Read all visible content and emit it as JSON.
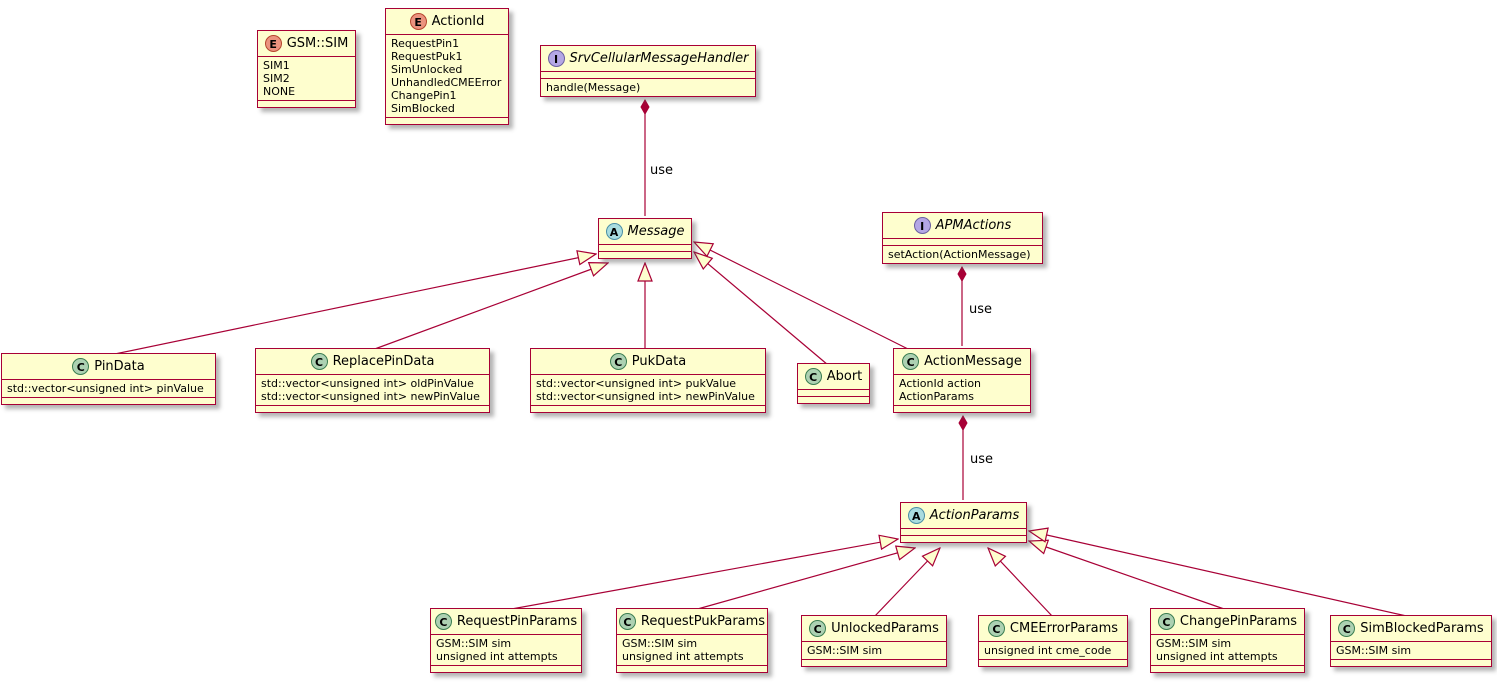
{
  "colors": {
    "box_background": "#FEFECE",
    "border": "#A80036",
    "spot_class": "#ADD1B2",
    "spot_enum": "#EB937F",
    "spot_interface": "#B4A7E5",
    "spot_abstract": "#A9DCDF"
  },
  "classes": {
    "gsm_sim": {
      "stereotype": "E",
      "name": "GSM::SIM",
      "members": [
        "SIM1",
        "SIM2",
        "NONE"
      ]
    },
    "action_id": {
      "stereotype": "E",
      "name": "ActionId",
      "members": [
        "RequestPin1",
        "RequestPuk1",
        "SimUnlocked",
        "UnhandledCMEError",
        "ChangePin1",
        "SimBlocked"
      ]
    },
    "srv_cellular_message_handler": {
      "stereotype": "I",
      "name": "SrvCellularMessageHandler",
      "methods": [
        "handle(Message)"
      ]
    },
    "message": {
      "stereotype": "A",
      "name": "Message"
    },
    "apm_actions": {
      "stereotype": "I",
      "name": "APMActions",
      "methods": [
        "setAction(ActionMessage)"
      ]
    },
    "pin_data": {
      "stereotype": "C",
      "name": "PinData",
      "fields": [
        "std::vector<unsigned int> pinValue"
      ]
    },
    "replace_pin_data": {
      "stereotype": "C",
      "name": "ReplacePinData",
      "fields": [
        "std::vector<unsigned int> oldPinValue",
        "std::vector<unsigned int> newPinValue"
      ]
    },
    "puk_data": {
      "stereotype": "C",
      "name": "PukData",
      "fields": [
        "std::vector<unsigned int> pukValue",
        "std::vector<unsigned int> newPinValue"
      ]
    },
    "abort": {
      "stereotype": "C",
      "name": "Abort"
    },
    "action_message": {
      "stereotype": "C",
      "name": "ActionMessage",
      "fields": [
        "ActionId action",
        "ActionParams"
      ]
    },
    "action_params": {
      "stereotype": "A",
      "name": "ActionParams"
    },
    "request_pin_params": {
      "stereotype": "C",
      "name": "RequestPinParams",
      "fields": [
        "GSM::SIM sim",
        "unsigned int attempts"
      ]
    },
    "request_puk_params": {
      "stereotype": "C",
      "name": "RequestPukParams",
      "fields": [
        "GSM::SIM sim",
        "unsigned int attempts"
      ]
    },
    "unlocked_params": {
      "stereotype": "C",
      "name": "UnlockedParams",
      "fields": [
        "GSM::SIM sim"
      ]
    },
    "cme_error_params": {
      "stereotype": "C",
      "name": "CMEErrorParams",
      "fields": [
        "unsigned int cme_code"
      ]
    },
    "change_pin_params": {
      "stereotype": "C",
      "name": "ChangePinParams",
      "fields": [
        "GSM::SIM sim",
        "unsigned int attempts"
      ]
    },
    "sim_blocked_params": {
      "stereotype": "C",
      "name": "SimBlockedParams",
      "fields": [
        "GSM::SIM sim"
      ]
    }
  },
  "edge_labels": {
    "handler_message": "use",
    "apm_action_message": "use",
    "action_message_params": "use"
  },
  "relationships": [
    {
      "from": "SrvCellularMessageHandler",
      "to": "Message",
      "kind": "composition",
      "label": "use"
    },
    {
      "from": "PinData",
      "to": "Message",
      "kind": "extends"
    },
    {
      "from": "ReplacePinData",
      "to": "Message",
      "kind": "extends"
    },
    {
      "from": "PukData",
      "to": "Message",
      "kind": "extends"
    },
    {
      "from": "Abort",
      "to": "Message",
      "kind": "extends"
    },
    {
      "from": "ActionMessage",
      "to": "Message",
      "kind": "extends"
    },
    {
      "from": "APMActions",
      "to": "ActionMessage",
      "kind": "composition",
      "label": "use"
    },
    {
      "from": "ActionMessage",
      "to": "ActionParams",
      "kind": "composition",
      "label": "use"
    },
    {
      "from": "RequestPinParams",
      "to": "ActionParams",
      "kind": "extends"
    },
    {
      "from": "RequestPukParams",
      "to": "ActionParams",
      "kind": "extends"
    },
    {
      "from": "UnlockedParams",
      "to": "ActionParams",
      "kind": "extends"
    },
    {
      "from": "CMEErrorParams",
      "to": "ActionParams",
      "kind": "extends"
    },
    {
      "from": "ChangePinParams",
      "to": "ActionParams",
      "kind": "extends"
    },
    {
      "from": "SimBlockedParams",
      "to": "ActionParams",
      "kind": "extends"
    }
  ]
}
